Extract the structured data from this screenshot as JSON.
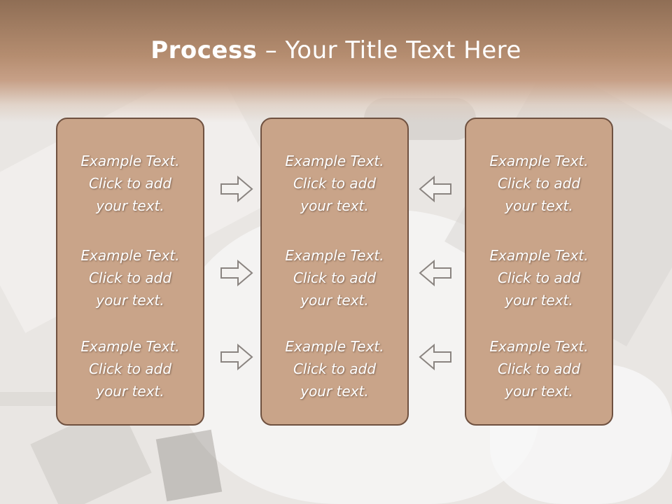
{
  "title": {
    "bold": "Process",
    "rest": " – Your Title Text Here"
  },
  "columns": [
    {
      "items": [
        {
          "line1": "Example Text.",
          "line2": "Click  to add",
          "line3": "your text."
        },
        {
          "line1": "Example Text.",
          "line2": "Click  to add",
          "line3": "your text."
        },
        {
          "line1": "Example Text.",
          "line2": "Click  to add",
          "line3": "your text."
        }
      ]
    },
    {
      "items": [
        {
          "line1": "Example Text.",
          "line2": "Click  to add",
          "line3": "your text."
        },
        {
          "line1": "Example Text.",
          "line2": "Click  to add",
          "line3": "your text."
        },
        {
          "line1": "Example Text.",
          "line2": "Click  to add",
          "line3": "your text."
        }
      ]
    },
    {
      "items": [
        {
          "line1": "Example Text.",
          "line2": "Click  to add",
          "line3": "your text."
        },
        {
          "line1": "Example Text.",
          "line2": "Click  to add",
          "line3": "your text."
        },
        {
          "line1": "Example Text.",
          "line2": "Click  to add",
          "line3": "your text."
        }
      ]
    }
  ],
  "icons": {
    "left_arrows": "arrow-right-icon",
    "right_arrows": "arrow-left-icon"
  },
  "colors": {
    "box_fill": "#c9a489",
    "box_border": "#6f5140",
    "title_band": "#b58d70",
    "arrow_stroke": "#8a8480"
  }
}
